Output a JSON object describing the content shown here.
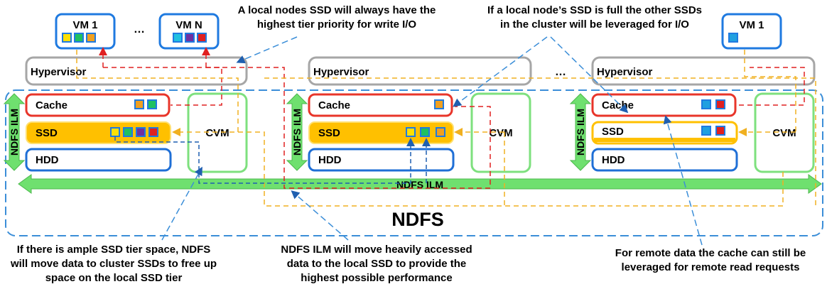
{
  "vms": {
    "node1_first": "VM 1",
    "node1_ellipsis": "…",
    "node1_last": "VM N",
    "node3_first": "VM 1"
  },
  "hypervisor_label": "Hypervisor",
  "node_ellipsis": "…",
  "cache_label": "Cache",
  "ssd_label": "SSD",
  "hdd_label": "HDD",
  "cvm_label": "CVM",
  "ndfs_ilm_vertical": "NDFS ILM",
  "ndfs_ilm_center": "NDFS ILM",
  "ndfs_label": "NDFS",
  "callouts": {
    "top_left_1": "A local nodes SSD will always have the",
    "top_left_2": "highest tier priority for write I/O",
    "top_right_1": "If a local node’s SSD is full the other SSDs",
    "top_right_2": "in the cluster will be leveraged for I/O",
    "bottom_left_1": "If there is ample SSD tier space, NDFS",
    "bottom_left_2": "will move data to cluster SSDs to free up",
    "bottom_left_3": "space on the local SSD tier",
    "bottom_mid_1": "NDFS ILM will move heavily accessed",
    "bottom_mid_2": "data to the local SSD to provide the",
    "bottom_mid_3": "highest possible performance",
    "bottom_right_1": "For remote data the cache can still be",
    "bottom_right_2": "leveraged for remote read requests"
  },
  "colors": {
    "vm_border": "#1f7ae0",
    "hypervisor_border": "#a6a6a6",
    "cache_border": "#e8352a",
    "ssd_fill": "#ffc000",
    "hdd_border": "#1f6fd6",
    "cvm_border": "#7ee07e",
    "arrow_green": "#6fe06f",
    "dash_blue": "#3b8ed8",
    "dash_red": "#e02020",
    "dash_orange": "#f0b020"
  }
}
